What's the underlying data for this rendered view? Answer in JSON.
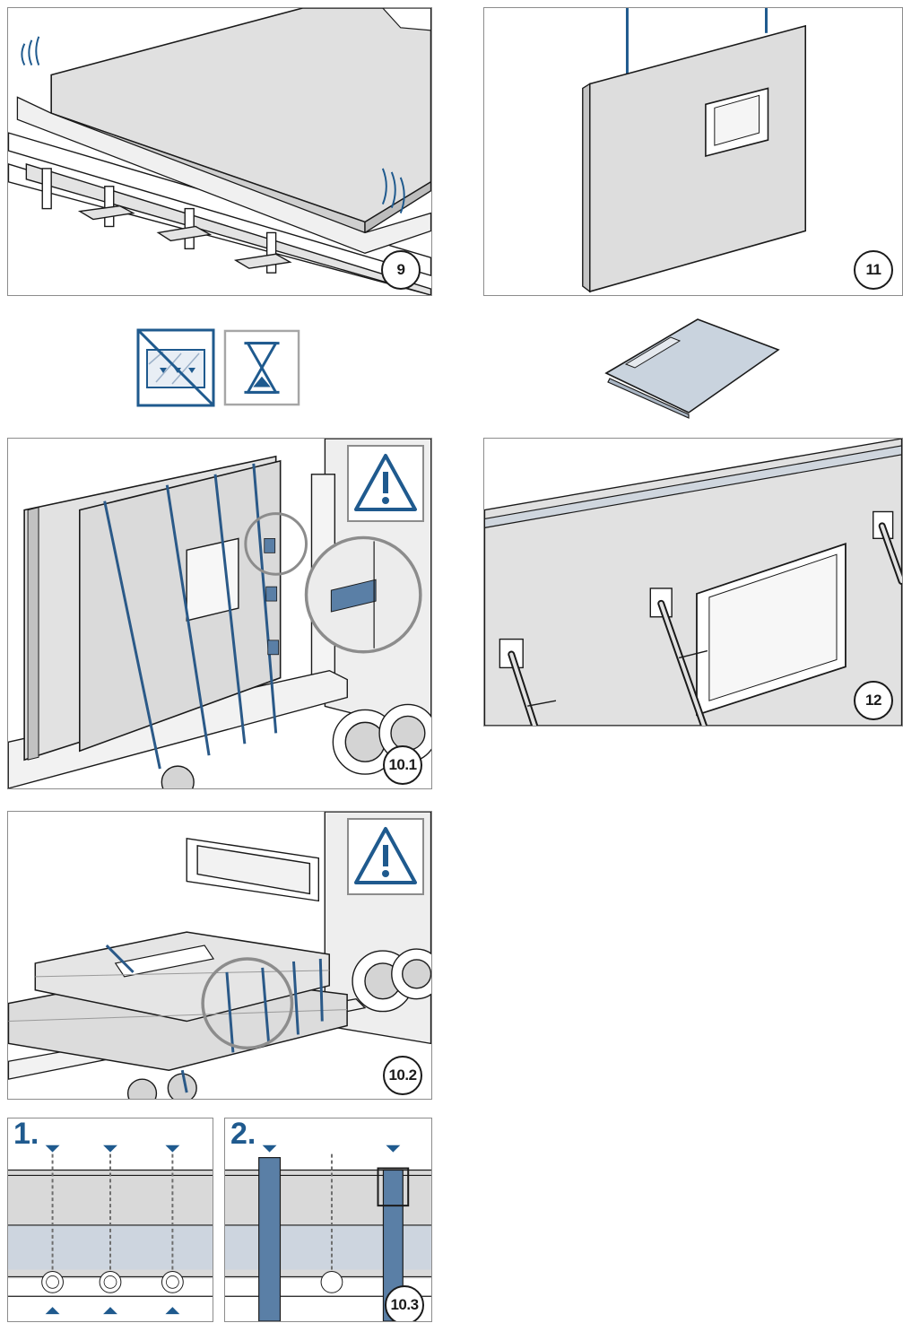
{
  "panels": {
    "p9": {
      "badge": "9"
    },
    "p11": {
      "badge": "11"
    },
    "p101": {
      "badge": "10.1"
    },
    "p102": {
      "badge": "10.2"
    },
    "p103": {
      "badge": "10.3",
      "step1": "1.",
      "step2": "2."
    },
    "p12": {
      "badge": "12"
    }
  },
  "icons": {
    "no_stack_icon": "no-stacking-icon",
    "hourglass_icon": "hourglass-icon",
    "warning_icon": "warning-triangle-icon",
    "sheet_icon": "protective-sheet-icon"
  },
  "colors": {
    "accent_blue": "#1f5a8e",
    "strap_blue": "#5a7fa6",
    "panel_grey": "#d9d9d9",
    "line": "#1a1a1a"
  }
}
